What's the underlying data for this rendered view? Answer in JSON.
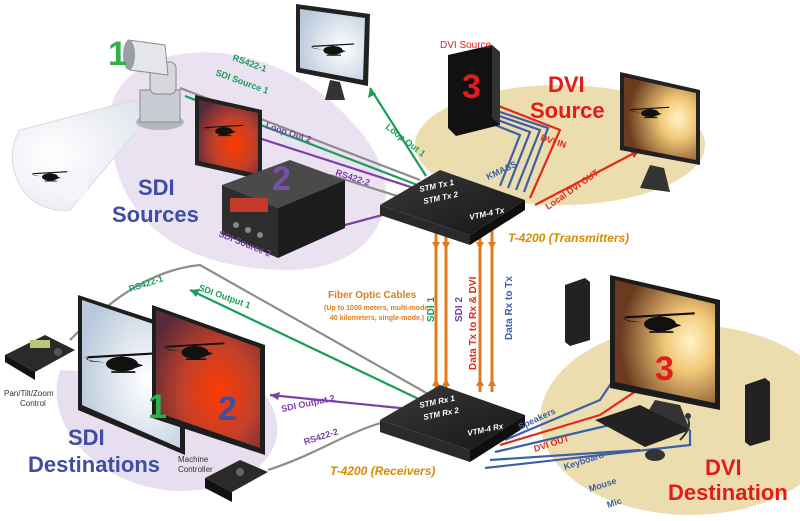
{
  "colors": {
    "sdi1": "#1a9e5a",
    "sdi2": "#7a3fa8",
    "gray": "#8c8c8c",
    "dvi": "#e02a1a",
    "blue": "#3d5fa3",
    "orange": "#e07b1f",
    "sdi_halo": "#d9c8e8",
    "dvi_halo": "#e6d6a0",
    "title_green": "#2bb34a",
    "title_purple": "#7a4fa8",
    "title_red": "#e21b1b",
    "title_blue": "#3d4ea3",
    "gold": "#d98b00"
  },
  "sources": {
    "num1": "1",
    "num2": "2",
    "num3": "3",
    "sdi_line1": "SDI",
    "sdi_line2": "Sources",
    "dvi_line1": "DVI",
    "dvi_line2": "Source",
    "dvi_box_label": "DVI Source"
  },
  "destinations": {
    "num1": "1",
    "num2": "2",
    "num3": "3",
    "sdi_line1": "SDI",
    "sdi_line2": "Destinations",
    "dvi_line1": "DVI",
    "dvi_line2": "Destination",
    "ptz_line1": "Pan/Tilt/Zoom",
    "ptz_line2": "Control",
    "machine_line1": "Machine",
    "machine_line2": "Controller"
  },
  "transmitter": {
    "stm1": "STM Tx 1",
    "stm2": "STM Tx 2",
    "vtm": "VTM-4 Tx",
    "caption": "T-4200 (Transmitters)"
  },
  "receiver": {
    "stm1": "STM Rx 1",
    "stm2": "STM Rx 2",
    "vtm": "VTM-4 Rx",
    "caption": "T-4200 (Receivers)"
  },
  "fiber": {
    "title": "Fiber Optic Cables",
    "note1": "(Up to 1000 meters, multi-mode,",
    "note2": "40 kilometers, single-mode.)",
    "links": [
      "SDI 1",
      "SDI 2",
      "Data Tx to Rx & DVI",
      "Data Rx to Tx"
    ]
  },
  "top_cables": {
    "rs422_1": "RS422-1",
    "sdi_source_1": "SDI Source 1",
    "loop_out_2": "Loop Out 2",
    "loop_out_1": "Loop Out 1",
    "rs422_2": "RS422-2",
    "sdi_source_2": "SDI Source 2",
    "kmass": "KMASS",
    "dvi_in": "DVI IN",
    "local_dvi_out": "Local DVI OUT"
  },
  "bottom_cables": {
    "rs422_1": "RS422-1",
    "sdi_output_1": "SDI Output 1",
    "sdi_output_2": "SDI Output 2",
    "rs422_2": "RS422-2",
    "speakers": "Speakers",
    "dvi_out": "DVI OUT",
    "keyboard": "Keyboard",
    "mouse": "Mouse",
    "mic": "Mic"
  }
}
